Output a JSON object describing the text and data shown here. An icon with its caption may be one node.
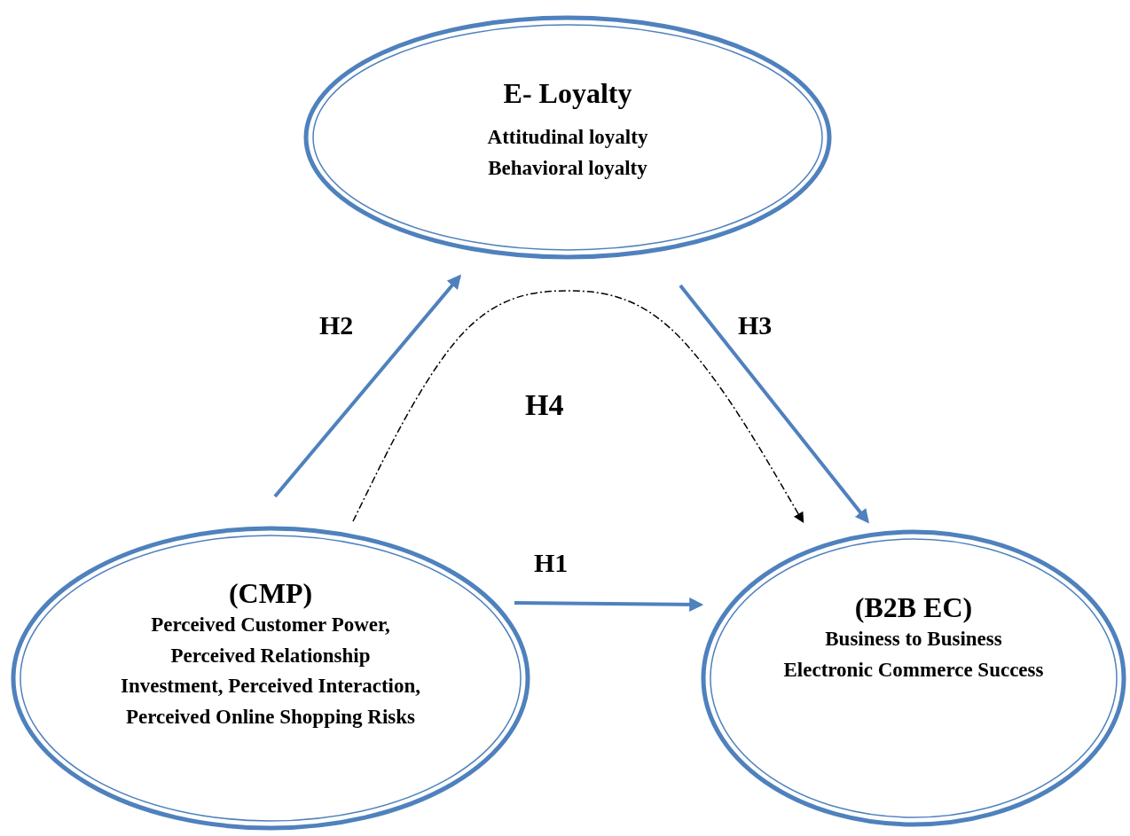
{
  "diagram": {
    "nodes": [
      {
        "text": [
          "E- Loyalty",
          "Attitudinal loyalty",
          "Behavioral loyalty"
        ]
      },
      {
        "text": [
          "(CMP)",
          "Perceived Customer Power, Perceived Relationship Investment, Perceived Interaction, Perceived Online Shopping Risks"
        ]
      },
      {
        "text": [
          "(B2B EC)",
          "Business to Business Electronic Commerce Success"
        ]
      }
    ],
    "edges": [
      {
        "from": 1,
        "to": 0,
        "arrow": "to",
        "label": "H2"
      },
      {
        "from": 0,
        "to": 2,
        "arrow": "to",
        "label": "H3"
      },
      {
        "from": 1,
        "to": 2,
        "arrow": "to",
        "label": "H4",
        "style": "dashed",
        "color": "#000000"
      },
      {
        "from": 1,
        "to": 2,
        "arrow": "to",
        "label": "H1"
      }
    ]
  }
}
